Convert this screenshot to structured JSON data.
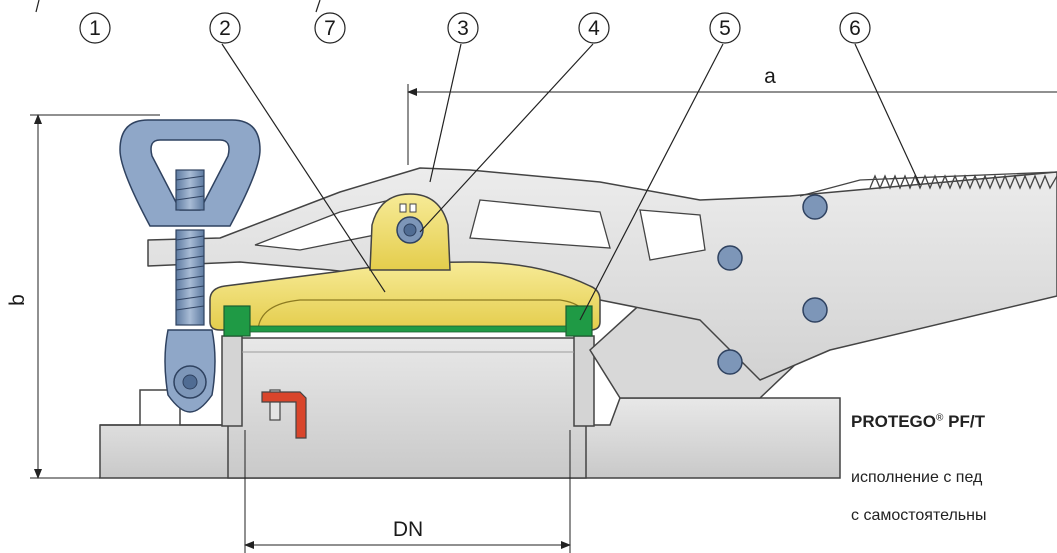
{
  "callouts": [
    {
      "id": "1",
      "label": "1"
    },
    {
      "id": "2",
      "label": "2"
    },
    {
      "id": "7",
      "label": "7"
    },
    {
      "id": "3",
      "label": "3"
    },
    {
      "id": "4",
      "label": "4"
    },
    {
      "id": "5",
      "label": "5"
    },
    {
      "id": "6",
      "label": "6"
    }
  ],
  "dimensions": {
    "a": "a",
    "b": "b",
    "dn": "DN"
  },
  "caption": {
    "brand": "PROTEGO",
    "registered": "®",
    "model": "PF/T",
    "line1": "исполнение с пед",
    "line2": "с самостоятельны"
  },
  "colors": {
    "cover_yellow": "#f3e27a",
    "gasket_green": "#1f9a45",
    "body_gray": "#dcdcdc",
    "bolt_blue": "#7d96b8",
    "latch_red": "#d9452b"
  }
}
